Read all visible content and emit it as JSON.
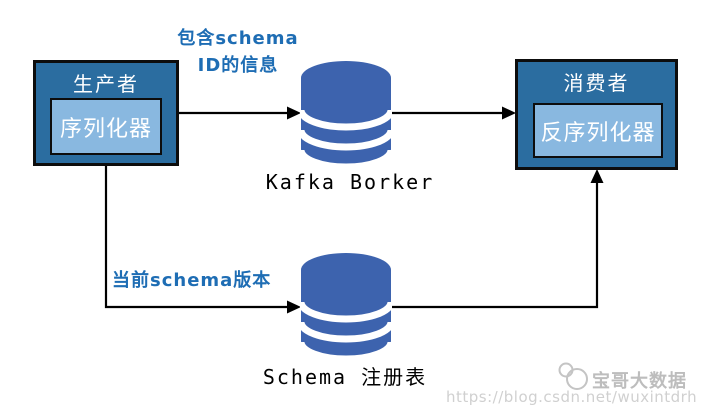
{
  "diagram": {
    "title_implicit": "Kafka schema registry data flow",
    "nodes": {
      "producer": {
        "label": "生产者",
        "inner_label": "序列化器"
      },
      "consumer": {
        "label": "消费者",
        "inner_label": "反序列化器"
      },
      "kafka_broker": {
        "label": "Kafka Borker",
        "icon": "database-cylinder-icon"
      },
      "schema_registry": {
        "label": "Schema 注册表",
        "icon": "database-cylinder-icon"
      }
    },
    "annotations": {
      "top_line1": "包含schema",
      "top_line2": "ID的信息",
      "bottom": "当前schema版本"
    },
    "edges": [
      {
        "from": "producer",
        "to": "kafka_broker",
        "label": "包含schema ID的信息"
      },
      {
        "from": "kafka_broker",
        "to": "consumer",
        "label": ""
      },
      {
        "from": "producer",
        "to": "schema_registry",
        "label": "当前schema版本"
      },
      {
        "from": "schema_registry",
        "to": "consumer",
        "label": ""
      }
    ],
    "colors": {
      "node_fill": "#2B6DA0",
      "node_inner_fill": "#89B8E0",
      "cylinder_fill": "#3D63AE",
      "annotation_text": "#1E6DB4",
      "connector": "#000000",
      "watermark_gray": "#BDBDBD"
    }
  },
  "watermark": {
    "brand": "宝哥大数据",
    "url": "https://blog.csdn.net/wuxintdrh",
    "icon": "overlapping-circles-icon"
  }
}
